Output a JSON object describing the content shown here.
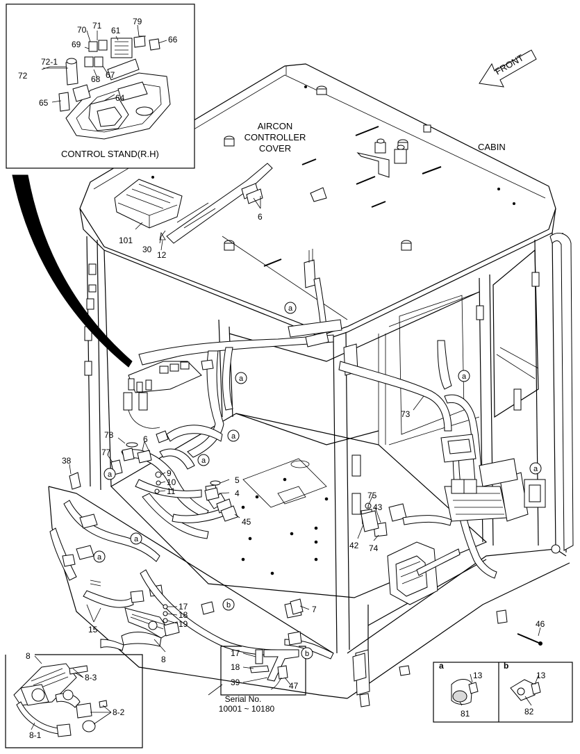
{
  "captions": {
    "aircon": [
      "AIRCON",
      "CONTROLLER",
      "COVER"
    ],
    "cabin": "CABIN",
    "front": "FRONT",
    "control_stand": "CONTROL STAND(R.H)",
    "serial": [
      "Serial No.",
      "10001 ~ 10180"
    ]
  },
  "inset_labels": {
    "a": "a",
    "b": "b"
  },
  "labels": {
    "l70": "70",
    "l71": "71",
    "l61": "61",
    "l79": "79",
    "l66": "66",
    "l69": "69",
    "l72_1": "72-1",
    "l72": "72",
    "l68": "68",
    "l67": "67",
    "l64": "64",
    "l65": "65",
    "l6a": "6",
    "l101": "101",
    "l30": "30",
    "l12": "12",
    "l73": "73",
    "l78": "78",
    "l6b": "6",
    "l38": "38",
    "l77": "77",
    "l9": "9",
    "l10": "10",
    "l11": "11",
    "l5": "5",
    "l4": "4",
    "l45": "45",
    "l75": "75",
    "l43": "43",
    "l42": "42",
    "l74": "74",
    "l17a": "17",
    "l18a": "18",
    "l19": "19",
    "l7": "7",
    "l15": "15",
    "l8": "8",
    "l46": "46",
    "l17b": "17",
    "l18b": "18",
    "l39": "39",
    "l47": "47",
    "l8box": "8",
    "l8_3": "8-3",
    "l8_2": "8-2",
    "l8_1": "8-1",
    "l13a": "13",
    "l81": "81",
    "l13b": "13",
    "l82": "82"
  },
  "callouts": {
    "a1": "a",
    "a2": "a",
    "a3": "a",
    "a4": "a",
    "a5": "a",
    "a6": "a",
    "a7": "a",
    "a8": "a",
    "a9": "a",
    "a10": "a",
    "b1": "b",
    "b2": "b"
  }
}
